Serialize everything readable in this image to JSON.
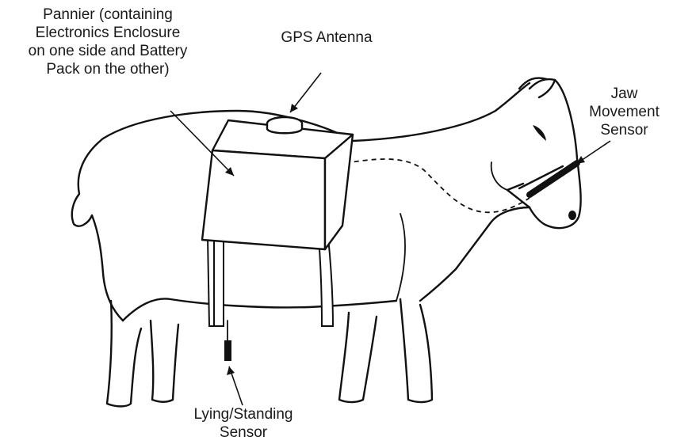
{
  "labels": {
    "pannier": [
      "Pannier (containing",
      "Electronics Enclosure",
      "on one side and Battery",
      "Pack on the other)"
    ],
    "gps": [
      "GPS Antenna"
    ],
    "jaw": [
      "Jaw",
      "Movement",
      "Sensor"
    ],
    "lying": [
      "Lying/Standing",
      "Sensor"
    ]
  }
}
